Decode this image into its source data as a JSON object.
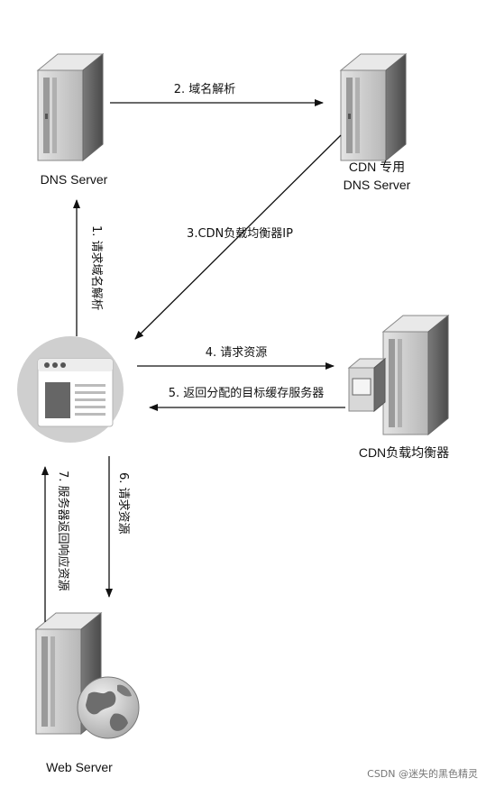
{
  "nodes": {
    "dns_server": {
      "label": "DNS Server"
    },
    "cdn_dns": {
      "label_line1": "CDN 专用",
      "label_line2": "DNS Server"
    },
    "browser": {
      "label": ""
    },
    "cdn_lb": {
      "label": "CDN负载均衡器"
    },
    "web_server": {
      "label": "Web Server"
    }
  },
  "edges": {
    "step1": "1. 请求域名解析",
    "step2": "2. 域名解析",
    "step3": "3.CDN负载均衡器IP",
    "step4": "4. 请求资源",
    "step5": "5. 返回分配的目标缓存服务器",
    "step6": "6. 请求资源",
    "step7": "7. 服务器返回响应资源"
  },
  "watermark": "CSDN @迷失的黑色精灵",
  "colors": {
    "server_light": "#d6d6d6",
    "server_mid": "#9c9c9c",
    "server_dark": "#555555",
    "circle": "#cfcfcf",
    "arrow": "#111111"
  }
}
